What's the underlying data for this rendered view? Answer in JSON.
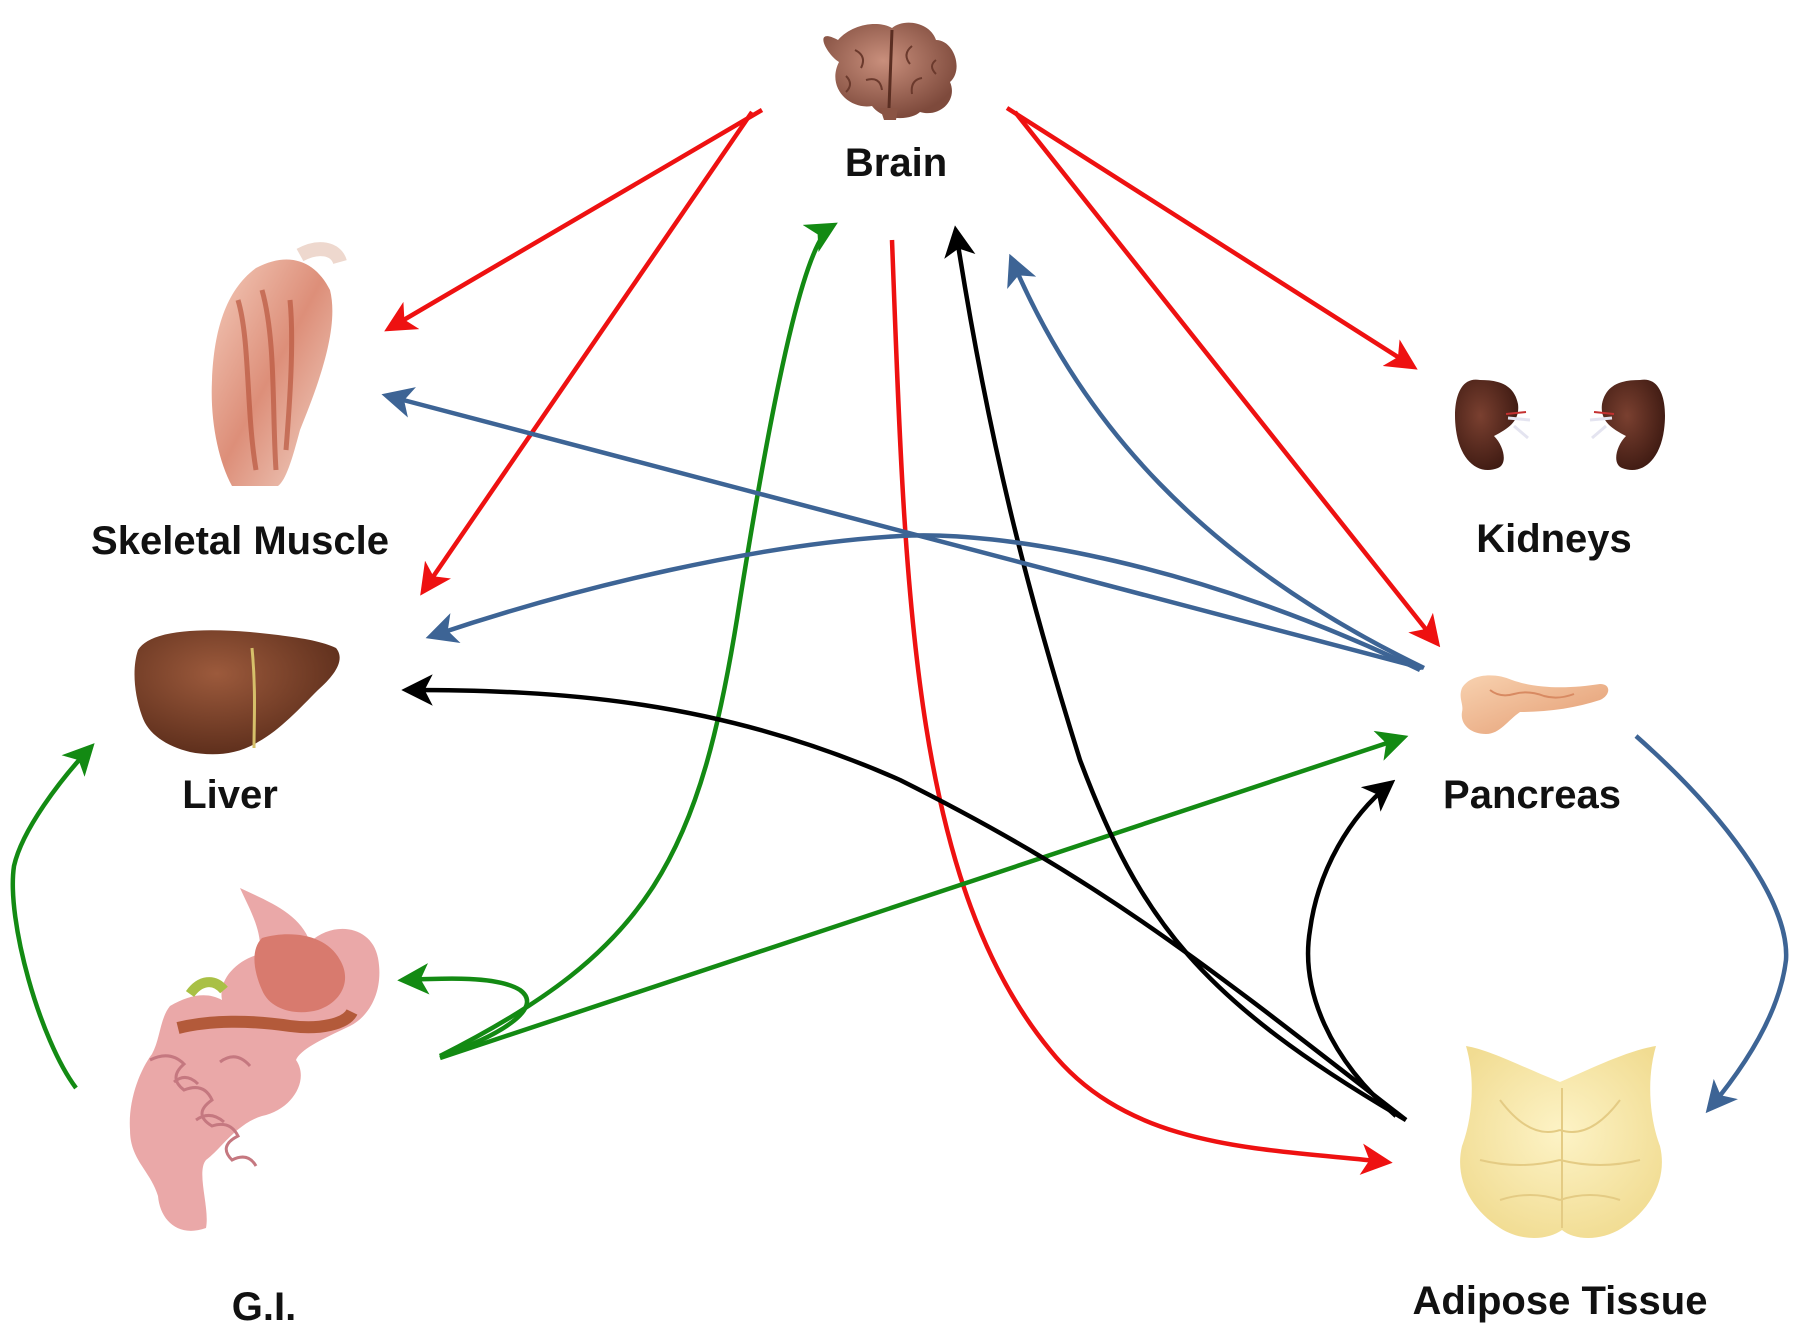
{
  "colors": {
    "red": "#ee1111",
    "green": "#138a13",
    "black": "#000000",
    "blue": "#3d6495",
    "label": "#111111"
  },
  "organs": {
    "brain": {
      "label": "Brain",
      "icon": "brain-icon"
    },
    "skeletal_muscle": {
      "label": "Skeletal Muscle",
      "icon": "muscle-icon"
    },
    "kidneys": {
      "label": "Kidneys",
      "icon": "kidneys-icon"
    },
    "liver": {
      "label": "Liver",
      "icon": "liver-icon"
    },
    "pancreas": {
      "label": "Pancreas",
      "icon": "pancreas-icon"
    },
    "gi": {
      "label": "G.I.",
      "icon": "gi-tract-icon"
    },
    "adipose": {
      "label": "Adipose Tissue",
      "icon": "adipose-tissue-icon"
    }
  },
  "connections": [
    {
      "from": "Brain",
      "to": "Skeletal Muscle",
      "color": "red"
    },
    {
      "from": "Brain",
      "to": "Liver",
      "color": "red"
    },
    {
      "from": "Brain",
      "to": "Kidneys",
      "color": "red"
    },
    {
      "from": "Brain",
      "to": "Pancreas",
      "color": "red"
    },
    {
      "from": "Brain",
      "to": "Adipose Tissue",
      "color": "red"
    },
    {
      "from": "G.I.",
      "to": "Brain",
      "color": "green"
    },
    {
      "from": "G.I.",
      "to": "Liver",
      "color": "green"
    },
    {
      "from": "G.I.",
      "to": "Pancreas",
      "color": "green"
    },
    {
      "from": "G.I.",
      "to": "G.I.",
      "color": "green"
    },
    {
      "from": "Adipose Tissue",
      "to": "Brain",
      "color": "black"
    },
    {
      "from": "Adipose Tissue",
      "to": "Liver",
      "color": "black"
    },
    {
      "from": "Adipose Tissue",
      "to": "Pancreas",
      "color": "black"
    },
    {
      "from": "Pancreas",
      "to": "Brain",
      "color": "blue"
    },
    {
      "from": "Pancreas",
      "to": "Skeletal Muscle",
      "color": "blue"
    },
    {
      "from": "Pancreas",
      "to": "Liver",
      "color": "blue"
    },
    {
      "from": "Pancreas",
      "to": "Adipose Tissue",
      "color": "blue"
    }
  ]
}
